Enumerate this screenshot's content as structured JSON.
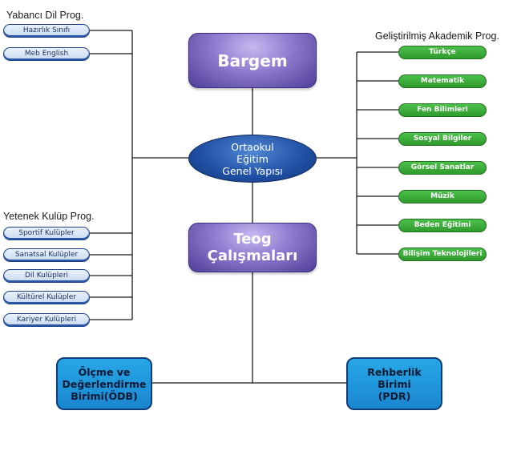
{
  "yabanci": {
    "title": "Yabancı Dil Prog.",
    "items": [
      "Hazırlık Sınıfı",
      "Meb English"
    ]
  },
  "yetenek": {
    "title": "Yetenek Kulüp Prog.",
    "items": [
      "Sportif Kulüpler",
      "Sanatsal Kulüpler",
      "Dil Kulüpleri",
      "Kültürel Kulüpler",
      "Kariyer Kulüpleri"
    ]
  },
  "akademik": {
    "title": "Geliştirilmiş Akademik Prog.",
    "items": [
      "Türkçe",
      "Matematik",
      "Fen Bilimleri",
      "Sosyal Bilgiler",
      "Görsel Sanatlar",
      "Müzik",
      "Beden Eğitimi",
      "Bilişim Teknolojileri"
    ]
  },
  "bargem": "Bargem",
  "center": [
    "Ortaokul",
    "Eğitim",
    "Genel Yapısı"
  ],
  "teog": "Teog Çalışmaları",
  "olcme": [
    "Ölçme ve",
    "Değerlendirme",
    "Birimi(ÖDB)"
  ],
  "rehberlik": [
    "Rehberlik",
    "Birimi",
    "(PDR)"
  ],
  "colors": {
    "purple": "#6b58b8",
    "navy": "#1f4ea3",
    "green": "#3aad38",
    "cyan": "#1fa0e0"
  }
}
